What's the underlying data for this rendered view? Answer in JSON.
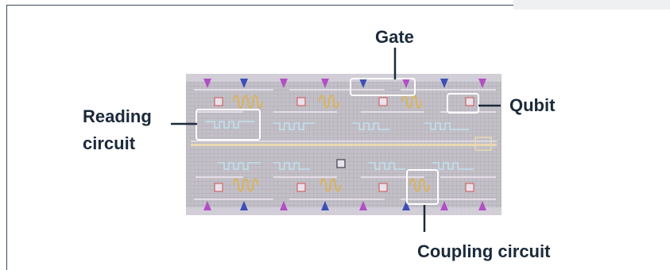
{
  "labels": {
    "gate": "Gate",
    "qubit": "Qubit",
    "reading": "Reading\ncircuit",
    "coupling": "Coupling circuit"
  },
  "colors": {
    "text": "#1b2a3a",
    "chip_bg": "#c9c4cf",
    "callout": "#1b2a3a",
    "highlight": "#ffffff"
  }
}
